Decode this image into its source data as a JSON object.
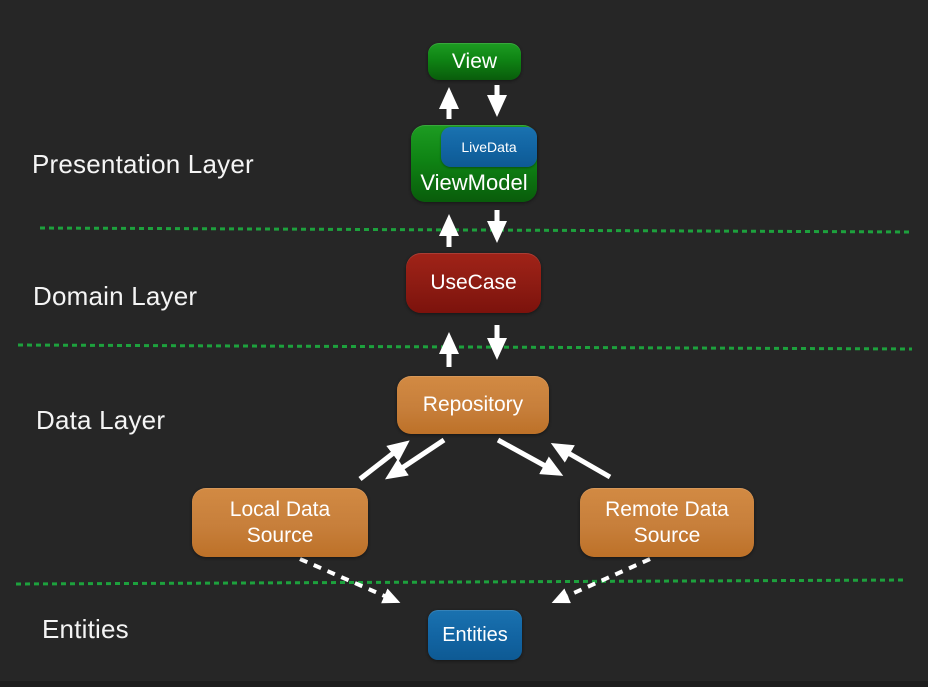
{
  "layer_labels": [
    "Presentation Layer",
    "Domain Layer",
    "Data Layer",
    "Entities"
  ],
  "nodes": {
    "view": {
      "label": "View"
    },
    "viewmodel": {
      "label": "ViewModel",
      "badge": "LiveData"
    },
    "usecase": {
      "label": "UseCase"
    },
    "repository": {
      "label": "Repository"
    },
    "local_source": {
      "label": "Local Data Source"
    },
    "remote_source": {
      "label": "Remote Data Source"
    },
    "entities": {
      "label": "Entities"
    }
  },
  "colors": {
    "background": "#262626",
    "node_green": "#0f8414",
    "node_blue": "#1264a2",
    "node_red": "#8e1c13",
    "node_orange": "#c77f3b",
    "divider_green": "#1da13d",
    "arrow_white": "#ffffff",
    "text_white": "#ffffff"
  }
}
